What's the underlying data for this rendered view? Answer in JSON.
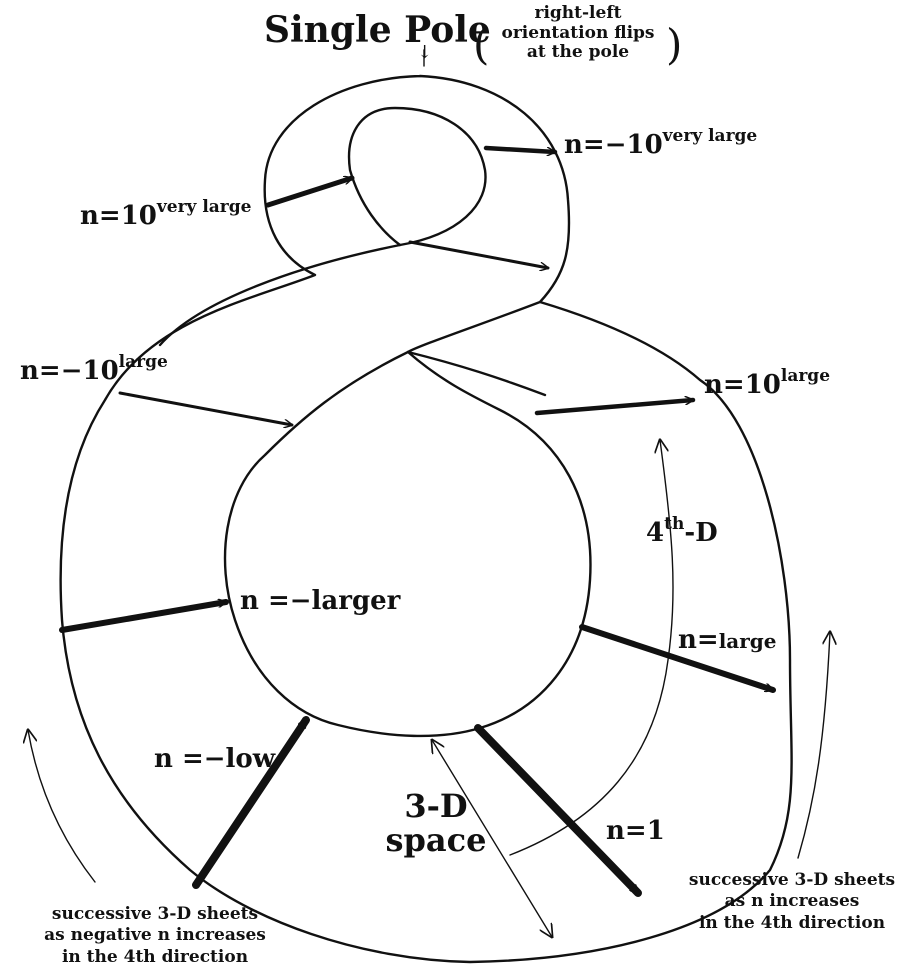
{
  "title": "Single Pole",
  "pole_note": [
    "right-left",
    "orientation flips",
    "at the pole"
  ],
  "pole_arrow": "↓",
  "labels": {
    "very_large_pos_base": "n=10",
    "very_large_pos_exp": "very large",
    "very_large_neg_base": "n=−10",
    "very_large_neg_exp": "very large",
    "large_neg_base": "n=−10",
    "large_neg_exp": "large",
    "large_pos_base": "n=10",
    "large_pos_exp": "large",
    "fourth_d_base": "4",
    "fourth_d_exp": "th",
    "fourth_d_suffix": "-D",
    "larger_neg": "n =−larger",
    "n_large_prefix": "n=",
    "n_large_word": "large",
    "low_neg": "n =−low",
    "n_one": "n=1",
    "space_line1": "3-D",
    "space_line2": "space"
  },
  "left_note": [
    "successive 3-D sheets",
    "as negative n increases",
    "in the 4th direction"
  ],
  "right_note": [
    "successive 3-D sheets",
    "as n increases",
    "in the 4th direction"
  ],
  "colors": {
    "ink": "#111111",
    "background": "#ffffff"
  }
}
